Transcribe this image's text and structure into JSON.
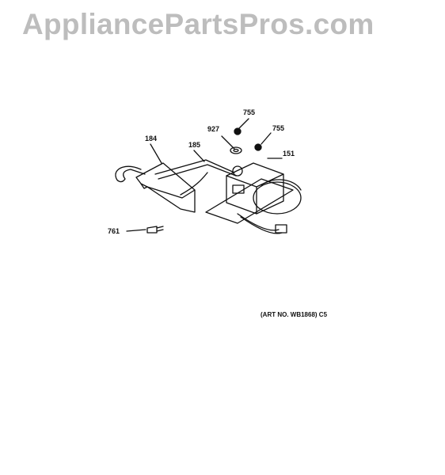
{
  "watermark": {
    "text": "AppliancePartsPros.com"
  },
  "callouts": {
    "c755_top": "755",
    "c927": "927",
    "c755_right": "755",
    "c184": "184",
    "c185": "185",
    "c151": "151",
    "c761": "761"
  },
  "art_number": "(ART NO. WB1868) C5",
  "colors": {
    "watermark": "#bdbdbd",
    "line_art": "#111111",
    "background": "#ffffff"
  }
}
